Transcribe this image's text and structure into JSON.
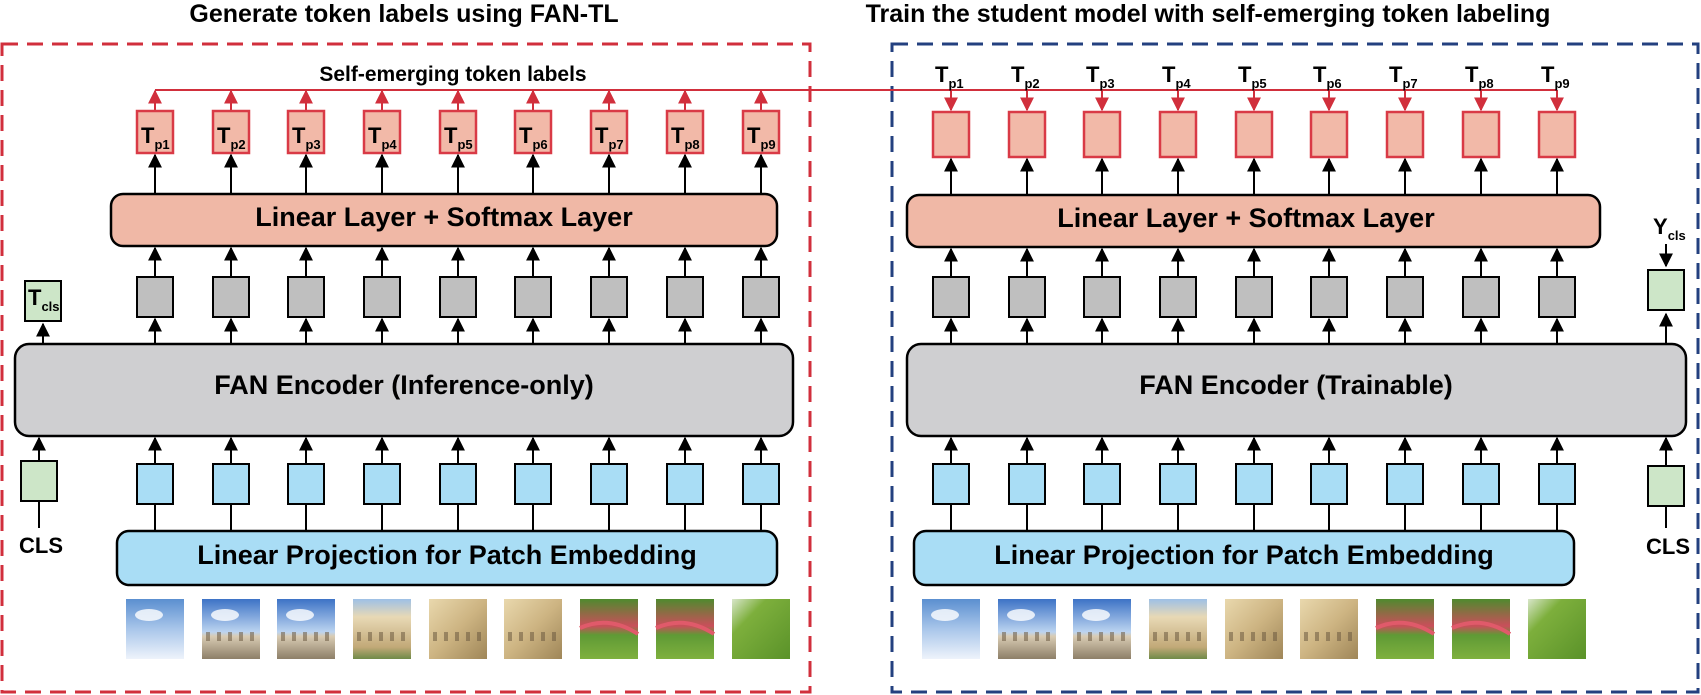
{
  "left": {
    "title": "Generate token labels using FAN-TL",
    "label_banner": "Self-emerging token labels",
    "linear_softmax": "Linear Layer + Softmax Layer",
    "encoder": "FAN Encoder (Inference-only)",
    "projection": "Linear Projection for Patch Embedding",
    "cls_output": {
      "main": "T",
      "sub": "cls"
    },
    "cls_input": "CLS"
  },
  "right": {
    "title": "Train the student model with self-emerging token labeling",
    "linear_softmax": "Linear Layer + Softmax Layer",
    "encoder": "FAN Encoder (Trainable)",
    "projection": "Linear Projection for Patch Embedding",
    "cls_target": {
      "main": "Y",
      "sub": "cls"
    },
    "cls_input": "CLS"
  },
  "token_main": "T",
  "token_subs": [
    "p1",
    "p2",
    "p3",
    "p4",
    "p5",
    "p6",
    "p7",
    "p8",
    "p9"
  ],
  "colors": {
    "left_border": "#d12f3c",
    "right_border": "#23407f",
    "label_fill": "#f2b9a8",
    "label_stroke": "#d93a46",
    "arrow_red": "#d12f3c",
    "hidden_token": "#bfbfbf",
    "block_gray": "#cfcfd1",
    "patch_token": "#a9ddf5",
    "cls_token": "#cde6c8",
    "softmax_fill": "#f0b8a6"
  },
  "patches": [
    "sky",
    "sky-palace",
    "sky-palace",
    "palace",
    "palace-facade",
    "palace-facade",
    "garden-flowers",
    "garden-flowers",
    "lawn"
  ]
}
